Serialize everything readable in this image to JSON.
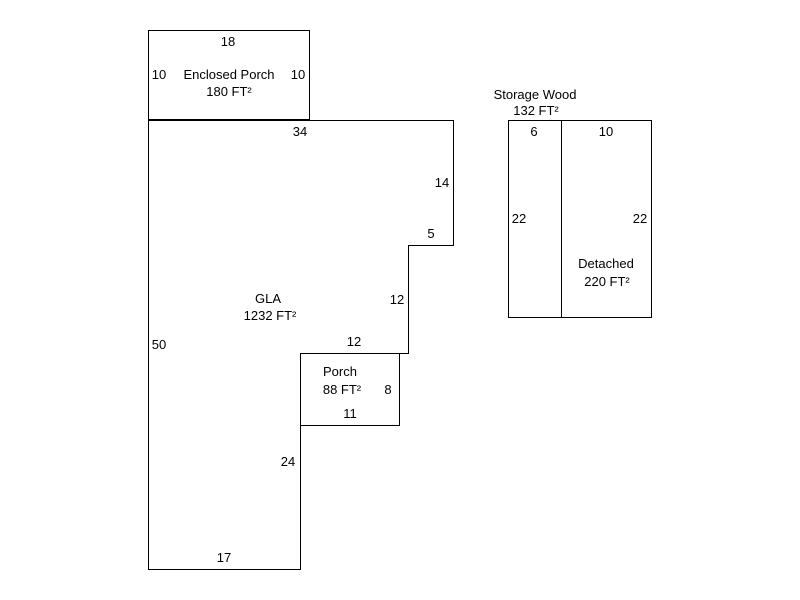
{
  "enclosed_porch": {
    "name": "Enclosed Porch",
    "area": "180 FT²",
    "top": "18",
    "left": "10",
    "right": "10"
  },
  "gla": {
    "name": "GLA",
    "area": "1232 FT²",
    "top": "34",
    "right_upper": "14",
    "step_upper": "5",
    "right_middle": "12",
    "step_lower": "12",
    "right_lower": "24",
    "bottom": "17",
    "left": "50"
  },
  "porch": {
    "name": "Porch",
    "area": "88 FT²",
    "right": "8",
    "bottom": "11"
  },
  "storage": {
    "name": "Storage Wood",
    "area": "132 FT²",
    "top": "6",
    "left": "22"
  },
  "detached": {
    "name": "Detached",
    "area": "220 FT²",
    "top": "10",
    "right": "22"
  },
  "colors": {
    "line": "#000000",
    "background": "#ffffff"
  }
}
